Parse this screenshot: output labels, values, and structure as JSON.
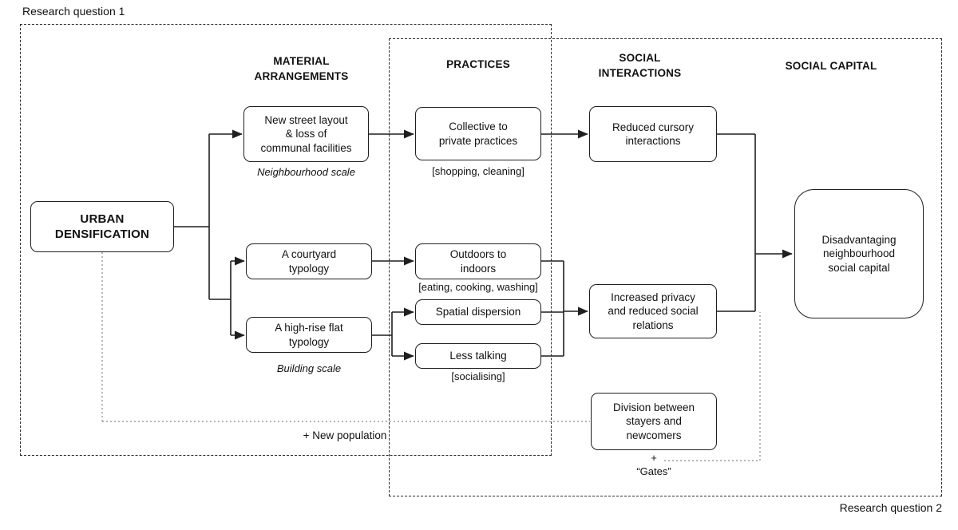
{
  "headers": {
    "material": "MATERIAL\nARRANGEMENTS",
    "practices": "PRACTICES",
    "social_interactions": "SOCIAL\nINTERACTIONS",
    "social_capital": "SOCIAL CAPITAL"
  },
  "nodes": {
    "urban": "URBAN\nDENSIFICATION",
    "new_street": "New street layout\n& loss of\ncommunal facilities",
    "courtyard": "A courtyard\ntypology",
    "highrise": "A high-rise flat\ntypology",
    "collective": "Collective to\nprivate practices",
    "outdoors": "Outdoors to\nindoors",
    "spatial": "Spatial dispersion",
    "less_talking": "Less talking",
    "reduced_cursory": "Reduced cursory\ninteractions",
    "increased_privacy": "Increased privacy\nand reduced social\nrelations",
    "division": "Division between\nstayers and\nnewcomers",
    "disadvantaging": "Disadvantaging\nneighbourhood\nsocial capital"
  },
  "notes": {
    "neighbourhood_scale": "Neighbourhood scale",
    "building_scale": "Building scale",
    "shopping_cleaning": "[shopping, cleaning]",
    "eating_cooking_washing": "[eating, cooking, washing]",
    "socialising": "[socialising]",
    "new_population": "+ New population",
    "plus": "+",
    "gates": "“Gates”",
    "rq1": "Research question 1",
    "rq2": "Research question 2"
  },
  "colors": {
    "background": "#ffffff",
    "line": "#1f1f1f",
    "dotted_line": "#8a8a8a",
    "text": "#111111"
  }
}
